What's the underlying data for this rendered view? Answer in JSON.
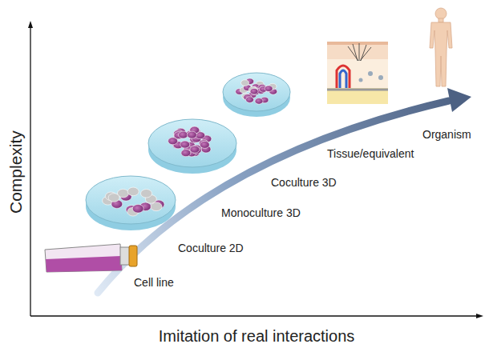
{
  "diagram": {
    "labels": [
      "Complexity",
      "Imitation of real interactions",
      "Cell line",
      "Coculture 2D",
      "Monoculture 3D",
      "Coculture 3D",
      "Tissue/equivalent",
      "Organism"
    ]
  }
}
